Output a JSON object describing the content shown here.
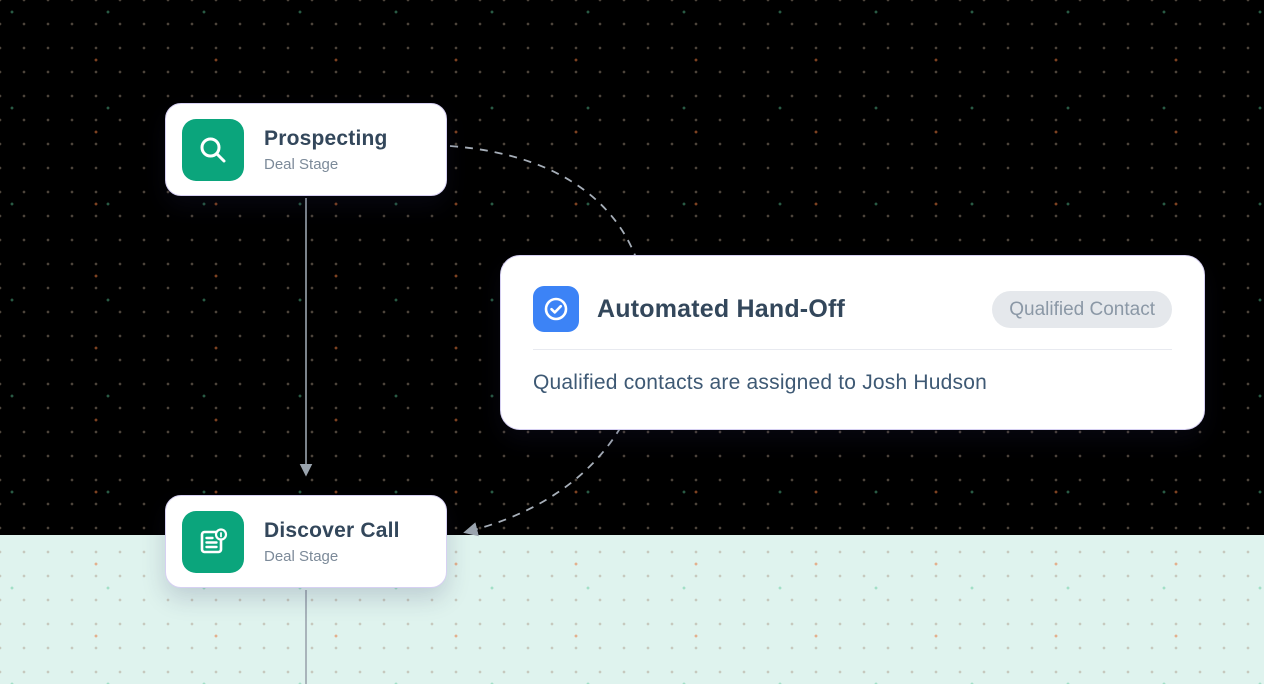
{
  "nodes": {
    "prospecting": {
      "title": "Prospecting",
      "subtitle": "Deal Stage",
      "icon": "search-icon"
    },
    "automated_handoff": {
      "title": "Automated Hand-Off",
      "badge": "Qualified Contact",
      "description": "Qualified contacts are assigned to Josh Hudson",
      "icon": "check-circle-icon"
    },
    "discover_call": {
      "title": "Discover Call",
      "subtitle": "Deal Stage",
      "icon": "document-icon"
    }
  },
  "colors": {
    "stage_icon_green": "#0BA57C",
    "action_icon_blue": "#3C83F6",
    "badge_bg": "#E5E8EC",
    "badge_text": "#8B98A6",
    "title_text": "#33475B",
    "subtitle_text": "#7C8A99",
    "description_text": "#3E5974",
    "card_border": "#D6D0F2",
    "connector": "#9AA4AE",
    "canvas_top": "#000000",
    "canvas_bottom_band": "#DFF3EE"
  }
}
